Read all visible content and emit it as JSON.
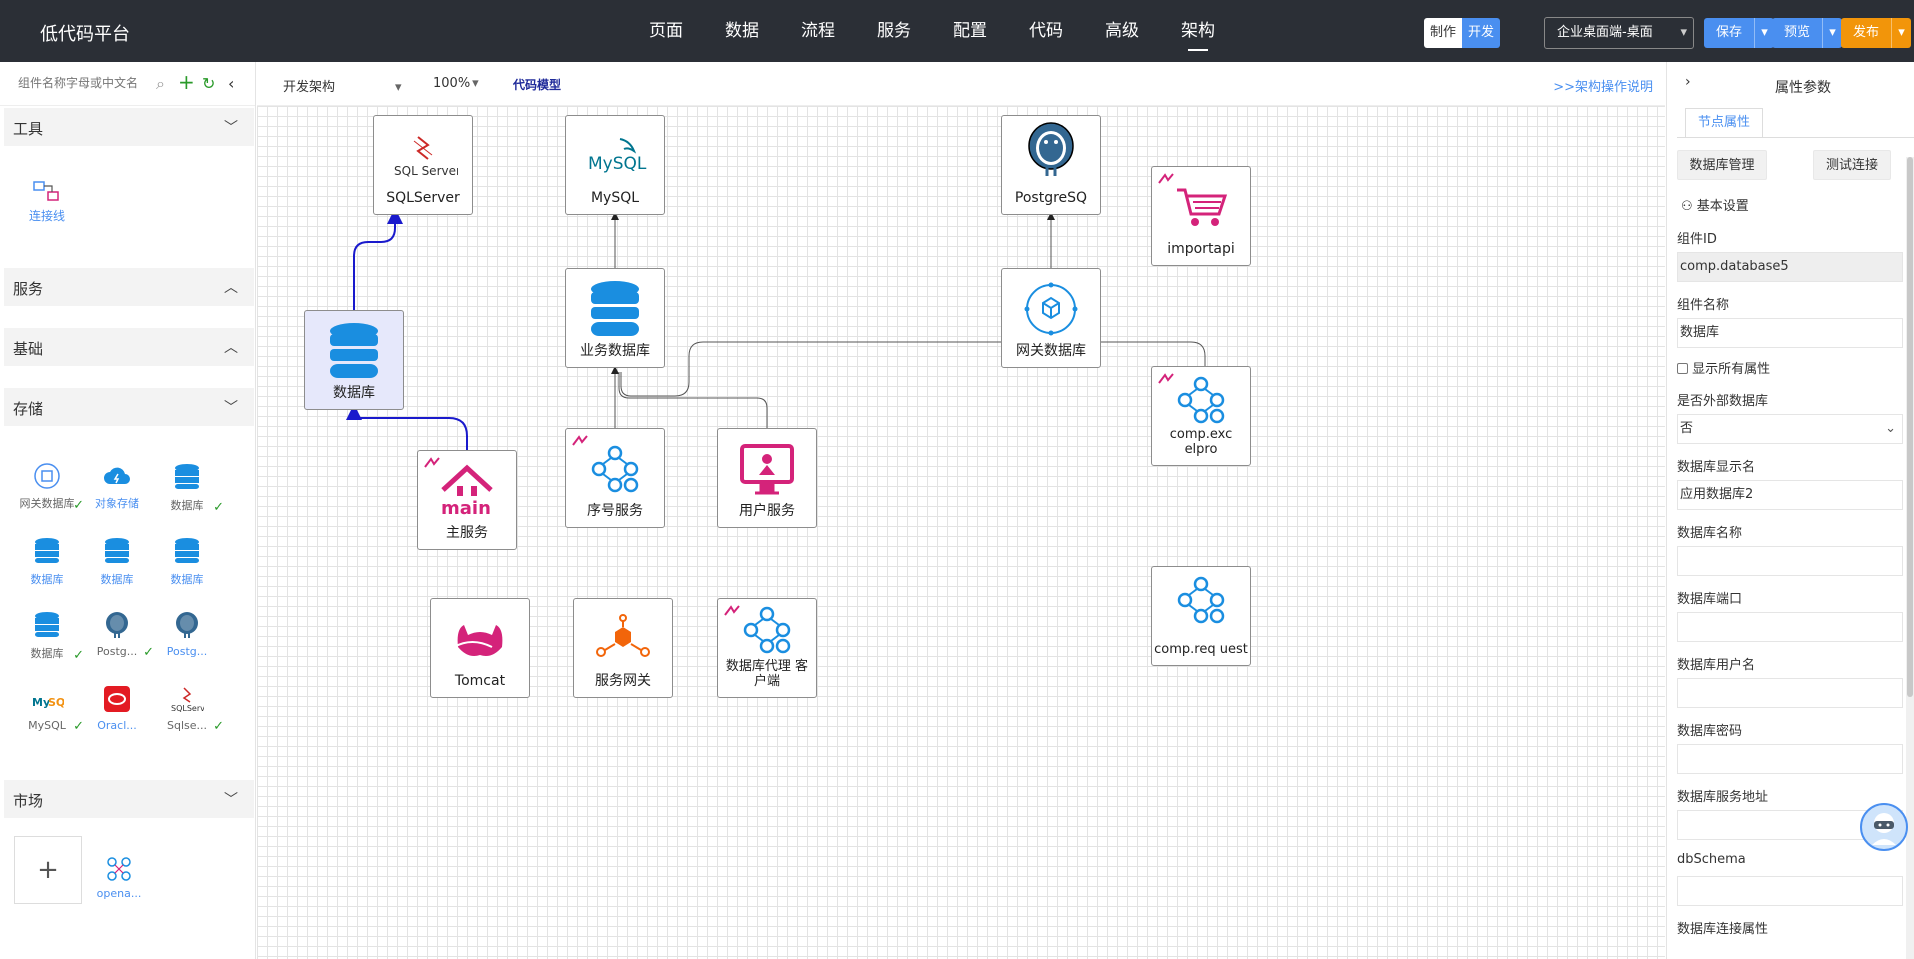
{
  "app": {
    "title": "低代码平台"
  },
  "nav": [
    {
      "label": "页面"
    },
    {
      "label": "数据"
    },
    {
      "label": "流程"
    },
    {
      "label": "服务"
    },
    {
      "label": "配置"
    },
    {
      "label": "代码"
    },
    {
      "label": "高级"
    },
    {
      "label": "架构",
      "active": true
    }
  ],
  "toolbar": {
    "mode_make": "制作",
    "mode_dev": "开发",
    "env": "企业桌面端-桌面",
    "save": "保存",
    "preview": "预览",
    "publish": "发布"
  },
  "left": {
    "search_placeholder": "组件名称字母或中文名",
    "sections": {
      "tools": "工具",
      "service": "服务",
      "basic": "基础",
      "storage": "存储",
      "market": "市场"
    },
    "tool_items": [
      {
        "label": "连接线"
      }
    ],
    "storage_items": [
      {
        "label": "网关数据库",
        "checked": true,
        "icon": "gateway-db-icon"
      },
      {
        "label": "对象存储",
        "checked": false,
        "icon": "cloud-storage-icon"
      },
      {
        "label": "数据库",
        "checked": true,
        "icon": "database-icon"
      },
      {
        "label": "数据库",
        "checked": false,
        "icon": "database-icon"
      },
      {
        "label": "数据库",
        "checked": false,
        "icon": "database-icon"
      },
      {
        "label": "数据库",
        "checked": false,
        "icon": "database-icon"
      },
      {
        "label": "数据库",
        "checked": true,
        "icon": "database-icon"
      },
      {
        "label": "Postg...",
        "checked": true,
        "icon": "postgres-icon"
      },
      {
        "label": "Postg...",
        "checked": false,
        "icon": "postgres-icon"
      },
      {
        "label": "MySQL",
        "checked": true,
        "icon": "mysql-icon"
      },
      {
        "label": "Oracl...",
        "checked": false,
        "icon": "oracle-icon"
      },
      {
        "label": "Sqlse...",
        "checked": true,
        "icon": "sqlserver-icon"
      }
    ],
    "market_items": [
      {
        "label": "opena..."
      }
    ],
    "market_add": "+"
  },
  "canvas_toolbar": {
    "arch_select": "开发架构",
    "zoom": "100%",
    "code_model": "代码模型",
    "help_link": ">>架构操作说明"
  },
  "nodes": {
    "sqlserver": "SQLServer",
    "mysql": "MySQL",
    "postgres": "PostgreSQ",
    "importapi": "importapi",
    "db_selected": "数据库",
    "biz_db": "业务数据库",
    "gateway_db": "网关数据库",
    "excelpro": "comp.exc elpro",
    "main_service": "主服务",
    "seq_service": "序号服务",
    "user_service": "用户服务",
    "tomcat": "Tomcat",
    "service_gateway": "服务网关",
    "db_proxy": "数据库代理 客户端",
    "request": "comp.req uest",
    "icon_main_text": "main",
    "icon_sqlserver_text": "SQL Server",
    "icon_mysql_text": "MySQL"
  },
  "right": {
    "title": "属性参数",
    "tab": "节点属性",
    "btn_db_manage": "数据库管理",
    "btn_test_conn": "测试连接",
    "section_basic": "基本设置",
    "fields": {
      "comp_id_label": "组件ID",
      "comp_id_value": "comp.database5",
      "comp_name_label": "组件名称",
      "comp_name_value": "数据库",
      "show_all_label": "显示所有属性",
      "external_label": "是否外部数据库",
      "external_value": "否",
      "display_name_label": "数据库显示名",
      "display_name_value": "应用数据库2",
      "db_name_label": "数据库名称",
      "db_name_value": "",
      "db_port_label": "数据库端口",
      "db_port_value": "",
      "db_user_label": "数据库用户名",
      "db_user_value": "",
      "db_pwd_label": "数据库密码",
      "db_pwd_value": "",
      "db_addr_label": "数据库服务地址",
      "db_addr_value": "",
      "schema_label": "dbSchema",
      "schema_value": "",
      "conn_props_label": "数据库连接属性"
    }
  },
  "colors": {
    "accent": "#4a8ff0",
    "orange": "#f2950a",
    "magenta": "#d4237a",
    "topbar": "#2b2f36"
  }
}
